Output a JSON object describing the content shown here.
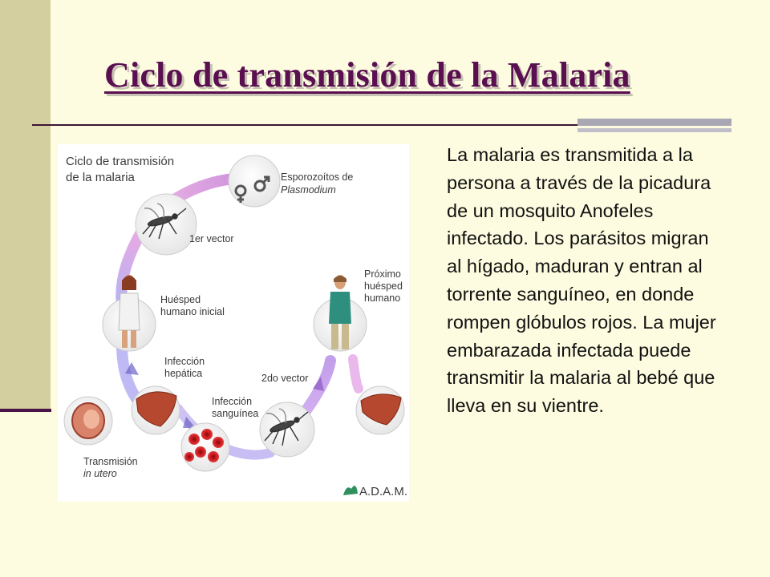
{
  "slide": {
    "title": "Ciclo de transmisión de la Malaria",
    "body": "La malaria es transmitida a la  persona a través de la picadura de un mosquito Anofeles infectado. Los parásitos migran al hígado, maduran y entran al torrente sanguíneo, en donde rompen glóbulos rojos. La mujer embarazada infectada puede transmitir la malaria al bebé que lleva en su vientre."
  },
  "diagram": {
    "title_line1": "Ciclo de transmisión",
    "title_line2": "de la malaria",
    "sporozoites_line1": "Esporozoítos de",
    "sporozoites_line2": "Plasmodium",
    "vector1": "1er vector",
    "initial_host_line1": "Huésped",
    "initial_host_line2": "humano inicial",
    "next_host_line1": "Próximo",
    "next_host_line2": "huésped",
    "next_host_line3": "humano",
    "hepatic_line1": "Infección",
    "hepatic_line2": "hepática",
    "vector2": "2do vector",
    "blood_line1": "Infección",
    "blood_line2": "sanguínea",
    "utero_line1": "Transmisión",
    "utero_line2": "in utero",
    "logo": "A.D.A.M."
  }
}
